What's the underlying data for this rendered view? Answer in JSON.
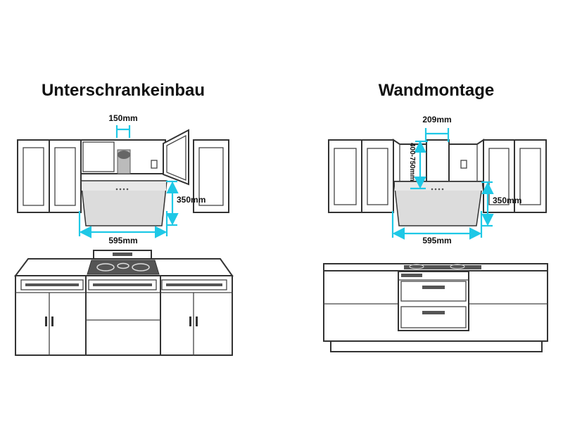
{
  "left": {
    "title": "Unterschrankeinbau",
    "dim_width_top": "150mm",
    "dim_height": "350mm",
    "dim_width": "595mm"
  },
  "right": {
    "title": "Wandmontage",
    "dim_width_top": "209mm",
    "dim_height_range": "400-750mm",
    "dim_height": "350mm",
    "dim_width": "595mm"
  },
  "colors": {
    "dimension": "#1ec8e6",
    "line": "#333333",
    "hood": "#dcdcdc"
  }
}
